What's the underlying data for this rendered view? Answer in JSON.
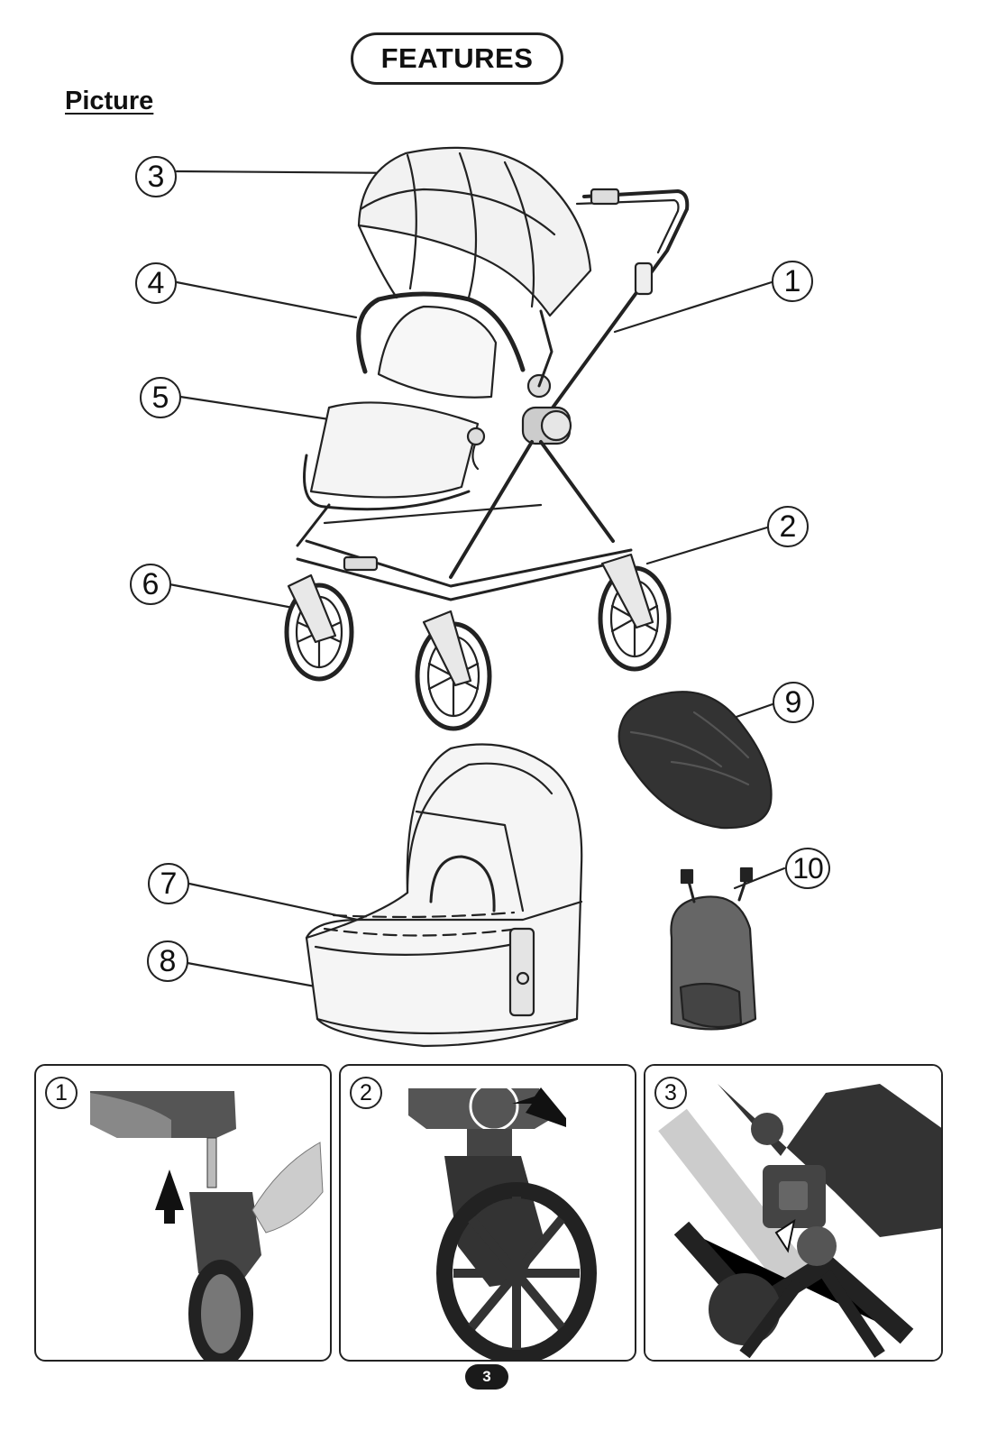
{
  "header": {
    "title": "FEATURES",
    "subtitle": "Picture"
  },
  "callouts": [
    "1",
    "2",
    "3",
    "4",
    "5",
    "6",
    "7",
    "8",
    "9",
    "10"
  ],
  "steps": [
    "1",
    "2",
    "3"
  ],
  "footer": {
    "page_number": "3"
  }
}
